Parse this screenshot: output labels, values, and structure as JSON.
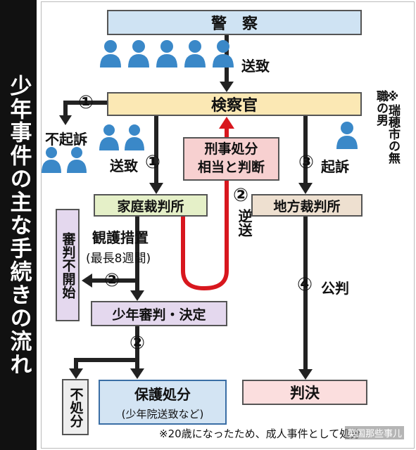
{
  "title": "少年事件の主な手続きの流れ",
  "boxes": {
    "police": "警　察",
    "prosecutor": "検察官",
    "family_court": "家庭裁判所",
    "district_court": "地方裁判所",
    "juvenile_trial": "少年審判・決定",
    "protective_disposition": "保護処分",
    "protective_disposition_note": "(少年院送致など)",
    "verdict": "判決",
    "no_prosecution": "不起訴",
    "no_trial_start": "審判不開始",
    "no_disposition": "不処分",
    "criminal_judgment": "刑事処分\n相当と判断"
  },
  "labels": {
    "sending": "送致",
    "num1": "①",
    "num2": "②",
    "num3": "③",
    "num4": "④",
    "sending2": "送致",
    "reverse_sending": "逆送",
    "indictment": "起訴",
    "observation_protection": "観護措置",
    "max_weeks": "(最長8週間)",
    "public_trial": "公判"
  },
  "side_note": "※瑞穂市の無職の男",
  "footnote": "※20歳になったため、成人事件として処分",
  "watermark": "英国那些事儿",
  "colors": {
    "police_fill": "#cfe3f3",
    "prosecutor_fill": "#fbe8b4",
    "family_court_fill": "#e5f0c8",
    "district_court_fill": "#eee0d0",
    "trial_fill": "#e4d8ee",
    "protective_fill": "#d3e4f3",
    "verdict_fill": "#fbdede",
    "criminal_fill": "#f7d0d0",
    "reverse_arrow": "#d8171e",
    "person_icon": "#3a88c8",
    "sidebar": "#111111"
  },
  "icons": {
    "group_top": "person-icon",
    "group_no_prosecution": "person-icon",
    "group_family": "person-icon",
    "single_indictment": "person-icon"
  }
}
